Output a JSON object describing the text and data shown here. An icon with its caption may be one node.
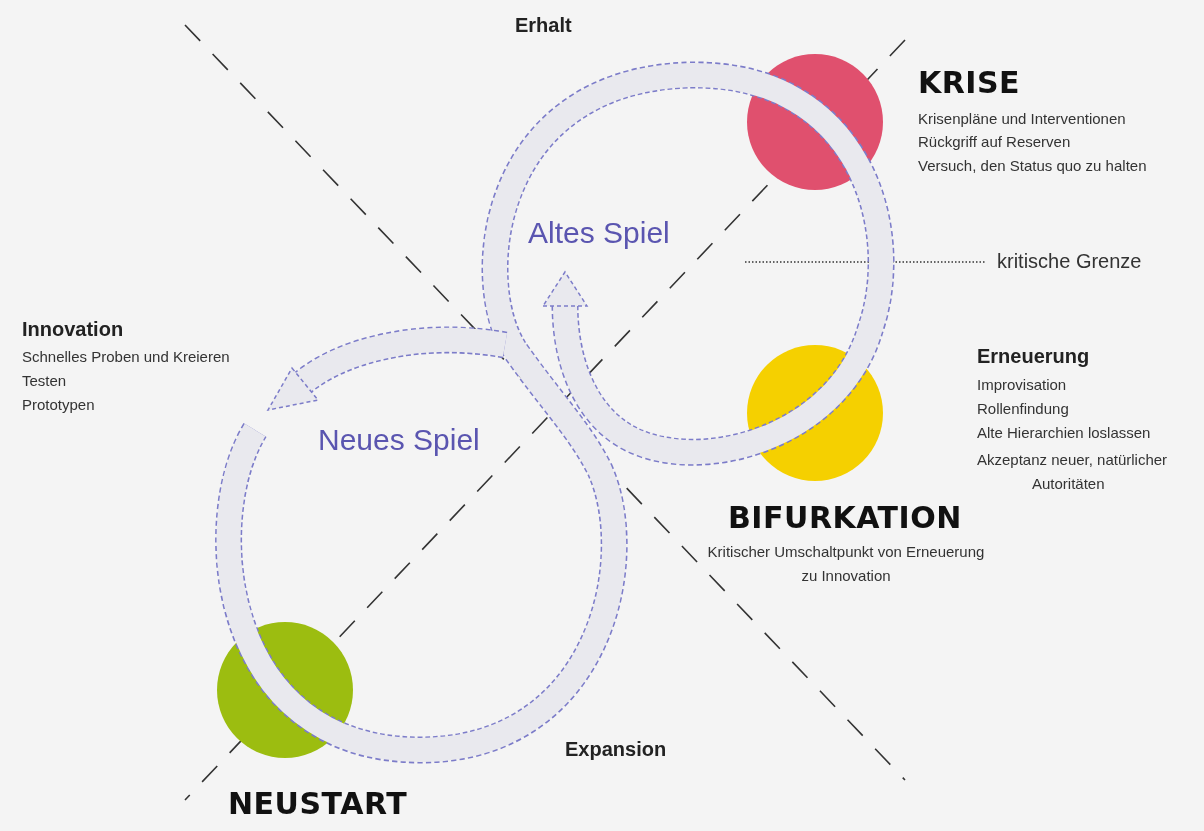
{
  "diagram": {
    "nodes": [
      {
        "text": [],
        "shape": "circle"
      },
      {
        "text": [],
        "shape": "circle"
      },
      {
        "text": [],
        "shape": "circle"
      }
    ],
    "labels": [
      "Erhalt",
      "KRISE",
      "Krisenpläne und Interventionen",
      "Rückgriff auf Reserven",
      "Versuch, den Status quo zu halten",
      "Altes Spiel",
      "kritische Grenze",
      "Innovation",
      "Schnelles Proben und Kreieren",
      "Testen",
      "Prototypen",
      "Erneuerung",
      "Improvisation",
      "Rollenfindung",
      "Alte Hierarchien loslassen",
      "Akzeptanz neuer, natürlicher Autoritäten",
      "Neues Spiel",
      "BIFURKATION",
      "Kritischer Umschaltpunkt von Erneuerung zu Innovation",
      "Expansion",
      "NEUSTART"
    ]
  }
}
